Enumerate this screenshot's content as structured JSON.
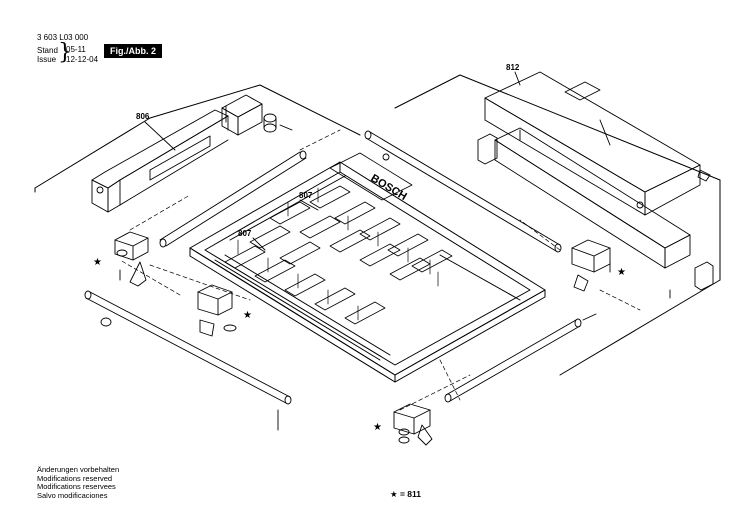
{
  "header": {
    "doc_number": "3 603 L03 000",
    "stand_label": "Stand",
    "issue_label": "Issue",
    "stand_value": "05-11",
    "issue_value": "12-12-04",
    "figure_label": "Fig./Abb. 2"
  },
  "callouts": {
    "left_panel": "806",
    "right_panel": "812",
    "clamp_upper": "807",
    "clamp_lower": "807"
  },
  "brand_text": "BOSCH",
  "footer": {
    "notes": [
      "Änderungen vorbehalten",
      "Modifications reserved",
      "Modifications reservees",
      "Salvo modificaciones"
    ],
    "legend": "★ = 811"
  },
  "star_symbol": "★"
}
